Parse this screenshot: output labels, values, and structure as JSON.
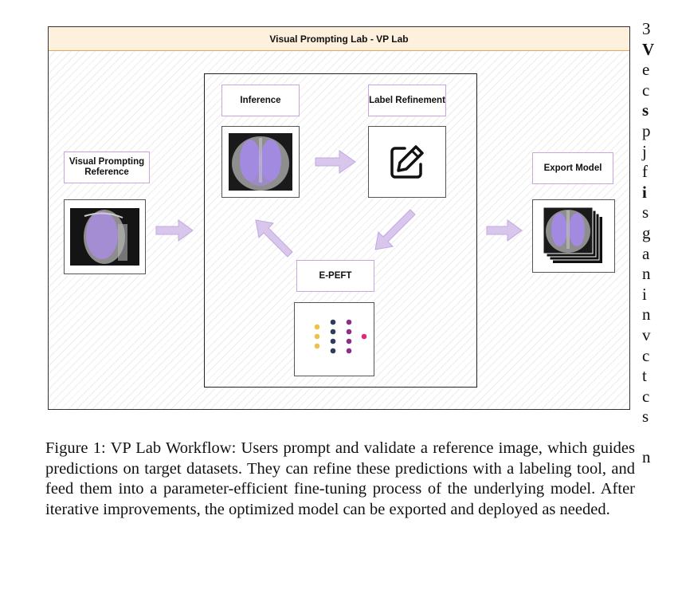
{
  "figure": {
    "title": "Visual Prompting Lab - VP Lab",
    "labels": {
      "reference": "Visual Prompting Reference",
      "inference": "Inference",
      "refinement": "Label Refinement",
      "epeft": "E-PEFT",
      "export": "Export Model"
    },
    "colors": {
      "title_bg": "#fdf1dd",
      "title_border": "#e8a85a",
      "label_border": "#c7a6dd",
      "arrow_fill": "#d9c6ec",
      "lung_overlay": "#9b86d6",
      "node_yellow": "#f0c04a",
      "node_navy": "#2e3d5c",
      "node_purple": "#8a2f8a",
      "node_pink": "#e0287a"
    },
    "icons": [
      "xray-reference-icon",
      "xray-inference-icon",
      "edit-icon",
      "network-icon",
      "xray-stack-icon"
    ]
  },
  "caption": {
    "text": "Figure 1: VP Lab Workflow: Users prompt and validate a reference image, which guides predictions on target datasets. They can refine these predictions with a labeling tool, and feed them into a parameter-efficient fine-tuning process of the underlying model. After iterative improvements, the optimized model can be exported and deployed as needed."
  },
  "right_column": {
    "lines": [
      "3",
      "V",
      "e",
      "c",
      "s",
      "p",
      "j",
      "f",
      "i",
      "s",
      "g",
      "a",
      "n",
      "i",
      "n",
      "v",
      "c",
      "t",
      "c",
      "s",
      "",
      "n"
    ]
  }
}
